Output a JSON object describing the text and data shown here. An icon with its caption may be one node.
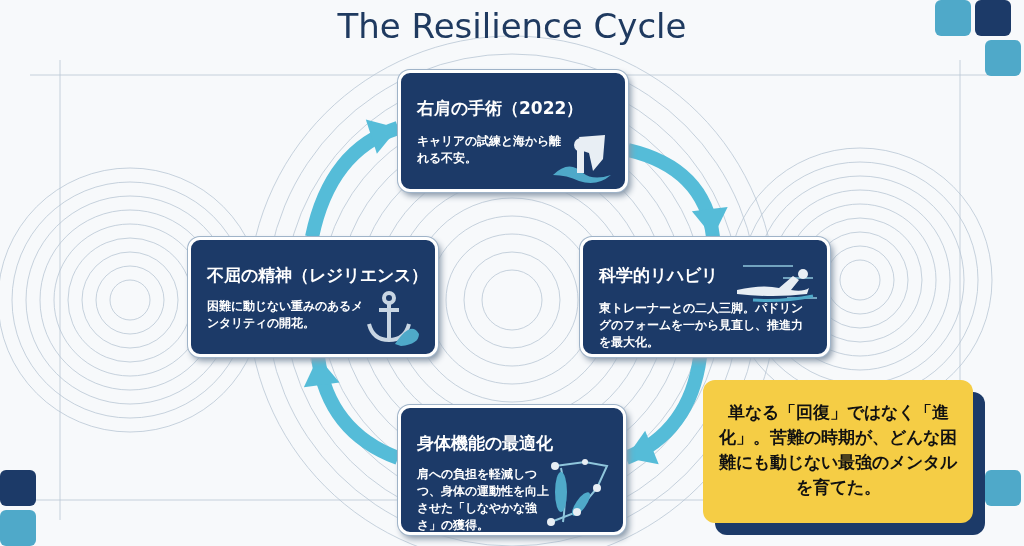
{
  "diagram": {
    "title": "The Resilience Cycle",
    "nodes": [
      {
        "text": [
          "右肩の手術（2022）",
          "キャリアの試練と海から離れる不安。"
        ]
      },
      {
        "text": [
          "不屈の精神（レジリエンス）",
          "困難に動じない重みのあるメンタリティの開花。"
        ]
      },
      {
        "text": [
          "科学的リハビリ",
          "東トレーナーとの二人三脚。パドリングのフォームを一から見直し、推進力を最大化。"
        ]
      },
      {
        "text": [
          "身体機能の最適化",
          "肩への負担を軽減しつつ、身体の運動性を向上させた「しなやかな強さ」の獲得。"
        ]
      },
      {
        "text": [
          "単なる「回復」ではなく「進化」。苦難の時期が、どんな困難にも動じない最強のメンタルを育てた。"
        ]
      }
    ],
    "edges": [
      {
        "from": 0,
        "to": 2,
        "arrow": "to"
      },
      {
        "from": 2,
        "to": 3,
        "arrow": "to"
      },
      {
        "from": 3,
        "to": 1,
        "arrow": "to"
      },
      {
        "from": 1,
        "to": 0,
        "arrow": "to"
      }
    ]
  }
}
